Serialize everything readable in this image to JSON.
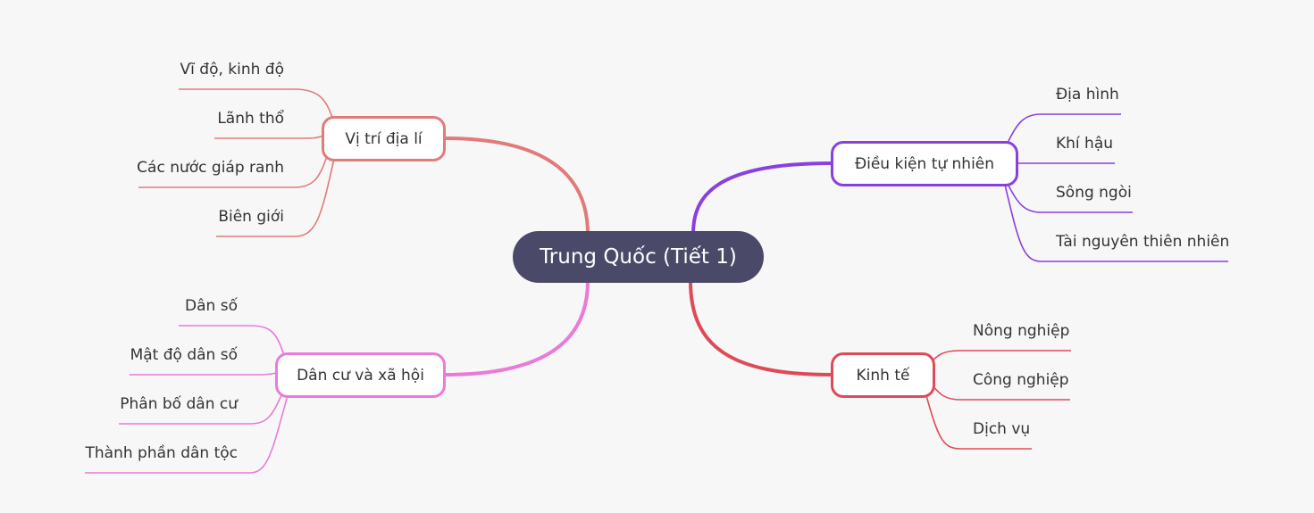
{
  "center": {
    "label": "Trung Quốc (Tiết 1)"
  },
  "branches": [
    {
      "id": "vi-tri-dia-li",
      "label": "Vị trí địa lí",
      "color": "#e07b7b",
      "children": [
        "Vĩ độ, kinh độ",
        "Lãnh thổ",
        "Các nước giáp ranh",
        "Biên giới"
      ]
    },
    {
      "id": "dieu-kien-tu-nhien",
      "label": "Điều kiện tự nhiên",
      "color": "#8a3fe0",
      "children": [
        "Địa hình",
        "Khí hậu",
        "Sông ngòi",
        "Tài nguyên thiên nhiên"
      ]
    },
    {
      "id": "dan-cu-va-xa-hoi",
      "label": "Dân cư và xã hội",
      "color": "#e97bd8",
      "children": [
        "Dân số",
        "Mật độ dân số",
        "Phân bố dân cư",
        "Thành phần dân tộc"
      ]
    },
    {
      "id": "kinh-te",
      "label": "Kinh tế",
      "color": "#e04a58",
      "children": [
        "Nông nghiệp",
        "Công nghiệp",
        "Dịch vụ"
      ]
    }
  ]
}
